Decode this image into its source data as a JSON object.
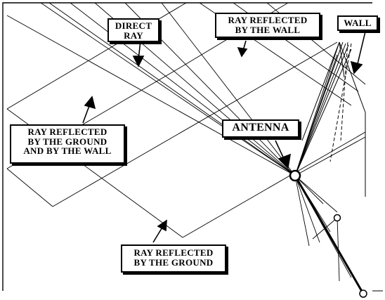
{
  "labels": {
    "direct_ray": [
      "DIRECT",
      "RAY"
    ],
    "wall_reflected": [
      "RAY REFLECTED",
      "BY THE WALL"
    ],
    "wall": [
      "WALL"
    ],
    "antenna": [
      "ANTENNA"
    ],
    "ground_and_wall": [
      "RAY REFLECTED",
      "BY THE GROUND",
      "AND BY THE WALL"
    ],
    "ground_reflected": [
      "RAY REFLECTED",
      "BY THE GROUND"
    ]
  }
}
